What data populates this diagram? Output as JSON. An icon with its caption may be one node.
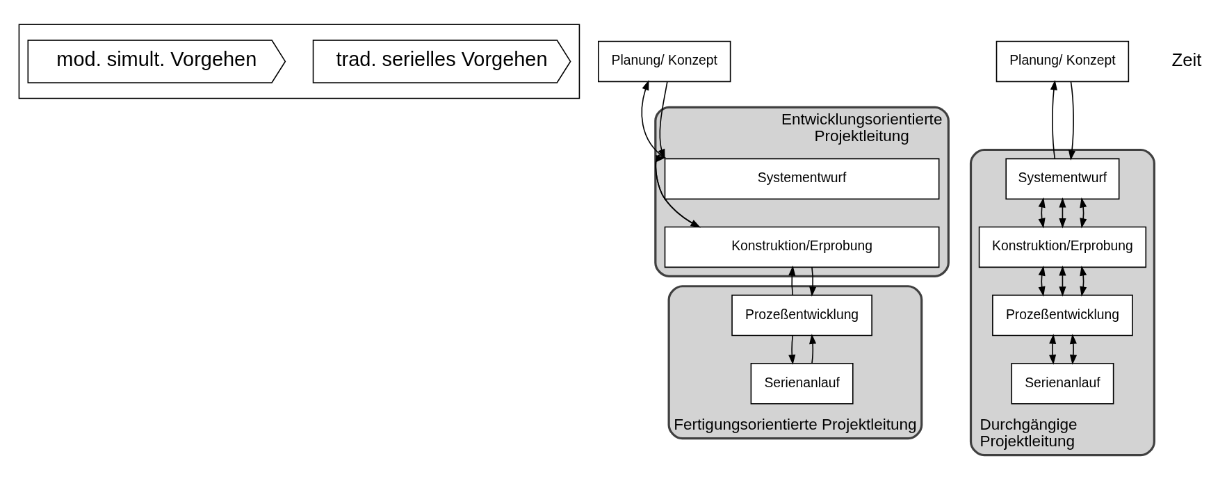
{
  "diagram": {
    "nodes": [
      {
        "text": [],
        "shape": "box"
      },
      {
        "text": [
          "trad. serielles Vorgehen"
        ],
        "in": 0
      },
      {
        "text": [
          "mod. simult. Vorgehen"
        ],
        "in": 0
      },
      {
        "text": [
          "Planung/ Konzept"
        ]
      },
      {
        "text": [
          "Entwicklungsorientierte Projektleitung"
        ]
      },
      {
        "text": [
          "Systementwurf"
        ],
        "in": 4
      },
      {
        "text": [
          "Konstruktion/Erprobung"
        ],
        "in": 4
      },
      {
        "text": [
          "Fertigungsorientierte Projektleitung"
        ]
      },
      {
        "text": [
          "Prozeßentwicklung"
        ],
        "in": 7
      },
      {
        "text": [
          "Serienanlauf"
        ],
        "in": 7
      },
      {
        "text": [
          "Planung/ Konzept"
        ]
      },
      {
        "text": [
          "Durchgängige Projektleitung"
        ]
      },
      {
        "text": [
          "Systementwurf"
        ],
        "in": 11
      },
      {
        "text": [
          "Konstruktion/Erprobung"
        ],
        "in": 11
      },
      {
        "text": [
          "Prozeßentwicklung"
        ],
        "in": 11
      },
      {
        "text": [
          "Serienanlauf"
        ],
        "in": 11
      }
    ],
    "edges": [
      {
        "from": 3,
        "to": 5,
        "arrow": "to"
      },
      {
        "from": 5,
        "to": 3,
        "arrow": "to"
      },
      {
        "from": 5,
        "to": 6,
        "arrow": "to"
      },
      {
        "from": 6,
        "to": 5,
        "arrow": "to"
      },
      {
        "from": 6,
        "to": 8,
        "arrow": "to"
      },
      {
        "from": 8,
        "to": 6,
        "arrow": "to"
      },
      {
        "from": 8,
        "to": 9,
        "arrow": "to"
      },
      {
        "from": 9,
        "to": 8,
        "arrow": "to"
      },
      {
        "from": 10,
        "to": 12,
        "arrow": "to"
      },
      {
        "from": 12,
        "to": 10,
        "arrow": "to"
      },
      {
        "from": 12,
        "to": 13,
        "arrow": "both"
      },
      {
        "from": 12,
        "to": 13,
        "arrow": "both"
      },
      {
        "from": 12,
        "to": 13,
        "arrow": "both"
      },
      {
        "from": 13,
        "to": 14,
        "arrow": "both"
      },
      {
        "from": 13,
        "to": 14,
        "arrow": "both"
      },
      {
        "from": 13,
        "to": 14,
        "arrow": "both"
      },
      {
        "from": 14,
        "to": 15,
        "arrow": "both"
      },
      {
        "from": 14,
        "to": 15,
        "arrow": "both"
      }
    ],
    "labels": [
      "Zeit"
    ]
  }
}
